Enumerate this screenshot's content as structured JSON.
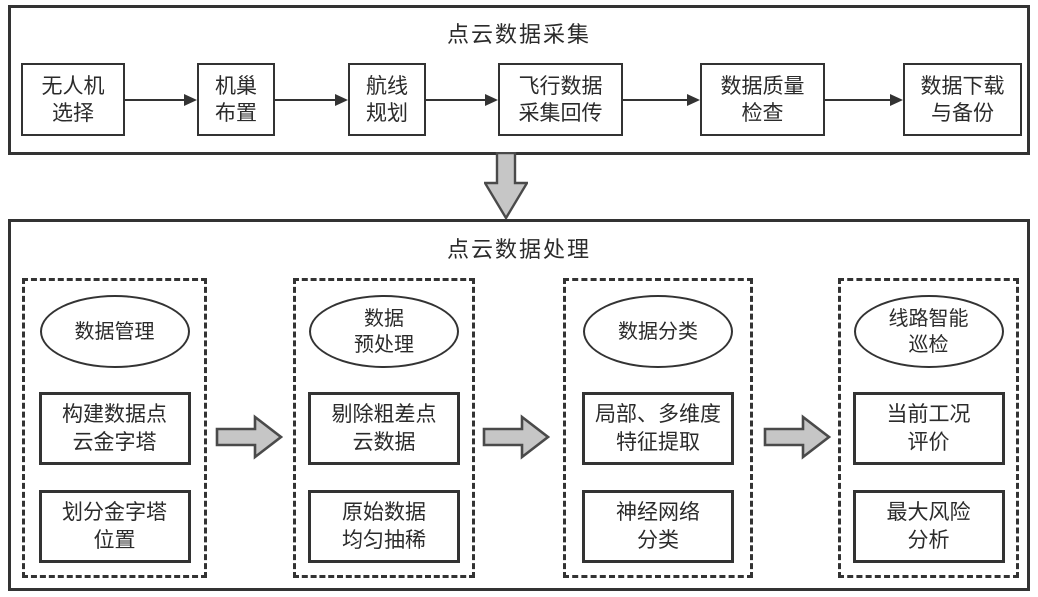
{
  "colors": {
    "line": "#333333",
    "arrow_fill": "#c6c6c6",
    "arrow_stroke": "#4a4a4a",
    "background": "#ffffff"
  },
  "collection": {
    "title": "点云数据采集",
    "steps": [
      "无人机\n选择",
      "机巢\n布置",
      "航线\n规划",
      "飞行数据\n采集回传",
      "数据质量\n检查",
      "数据下载\n与备份"
    ]
  },
  "processing": {
    "title": "点云数据处理",
    "stages": [
      {
        "label": "数据管理",
        "tasks": [
          "构建数据点\n云金字塔",
          "划分金字塔\n位置"
        ]
      },
      {
        "label": "数据\n预处理",
        "tasks": [
          "剔除粗差点\n云数据",
          "原始数据\n均匀抽稀"
        ]
      },
      {
        "label": "数据分类",
        "tasks": [
          "局部、多维度\n特征提取",
          "神经网络\n分类"
        ]
      },
      {
        "label": "线路智能\n巡检",
        "tasks": [
          "当前工况\n评价",
          "最大风险\n分析"
        ]
      }
    ]
  }
}
